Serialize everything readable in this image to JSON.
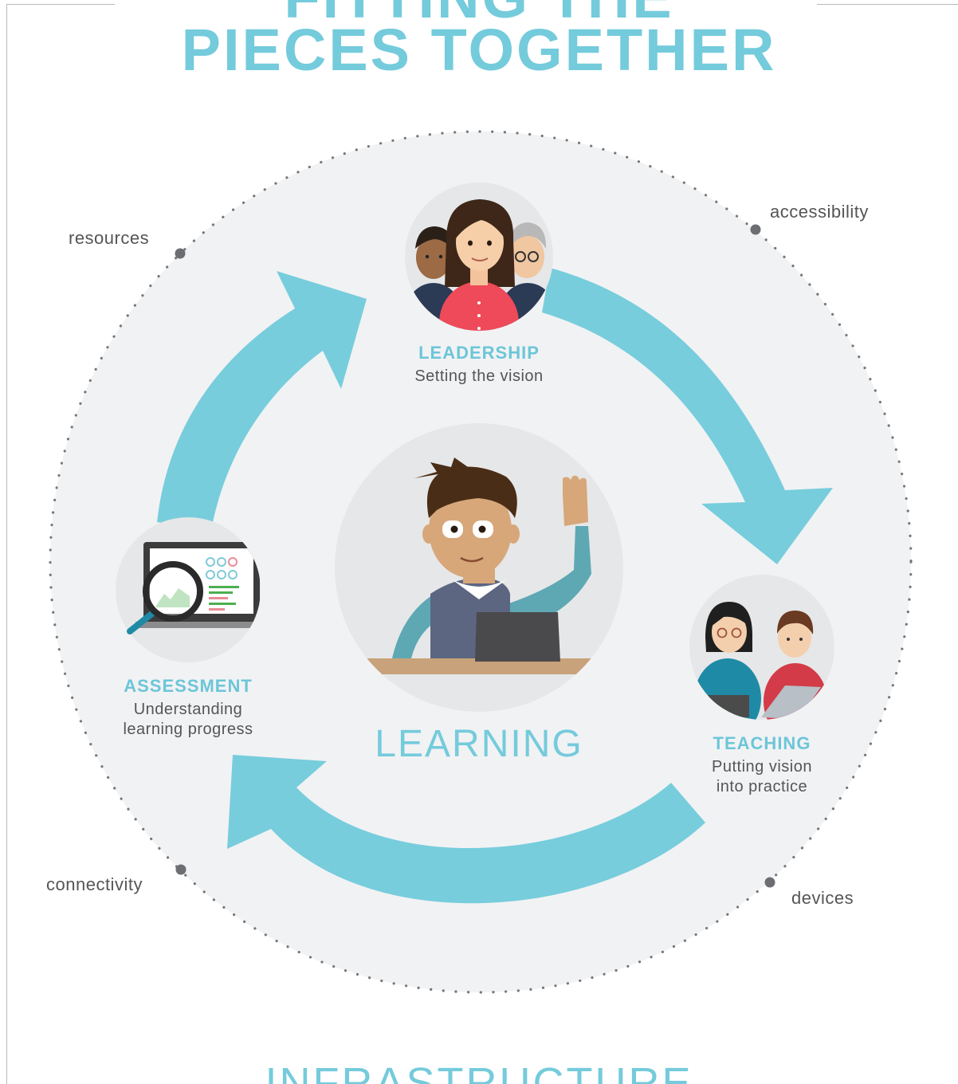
{
  "title": {
    "line1": "FITTING THE",
    "line2": "PIECES TOGETHER"
  },
  "center": {
    "label": "LEARNING"
  },
  "nodes": {
    "leadership": {
      "title": "LEADERSHIP",
      "subtitle": "Setting the vision"
    },
    "teaching": {
      "title": "TEACHING",
      "line1": "Putting vision",
      "line2": "into practice"
    },
    "assessment": {
      "title": "ASSESSMENT",
      "line1": "Understanding",
      "line2": "learning progress"
    }
  },
  "ring_labels": {
    "resources": "resources",
    "accessibility": "accessibility",
    "connectivity": "connectivity",
    "devices": "devices"
  },
  "footer": {
    "label": "INFRASTRUCTURE"
  },
  "colors": {
    "accent": "#74cbdb",
    "arrow": "#77cddc",
    "ring_fill": "#f1f2f4",
    "circle_fill": "#e6e7e8",
    "text": "#555555"
  }
}
